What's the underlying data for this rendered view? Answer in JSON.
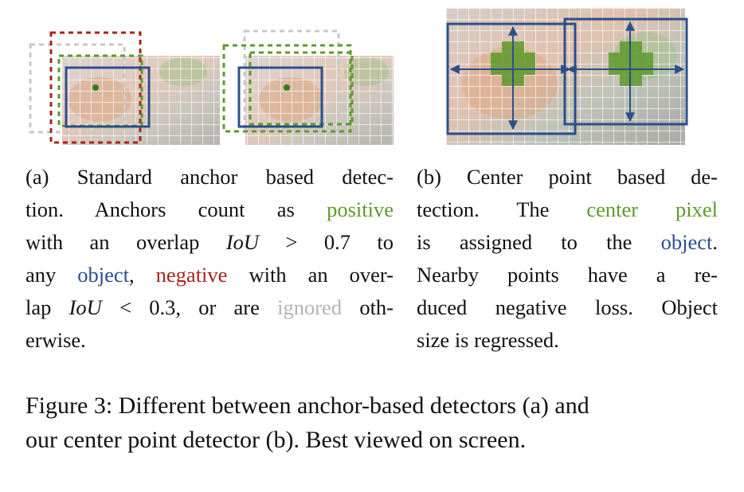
{
  "panel_a": {
    "caption_lines": [
      {
        "parts": [
          {
            "text": "(a) Standard anchor based detec-",
            "style": ""
          }
        ]
      },
      {
        "parts": [
          {
            "text": "tion.  Anchors count as ",
            "style": ""
          },
          {
            "text": "positive",
            "style": "green"
          }
        ]
      },
      {
        "parts": [
          {
            "text": "with an overlap ",
            "style": ""
          },
          {
            "text": "IoU",
            "style": "math"
          },
          {
            "text": " > 0.7 to",
            "style": ""
          }
        ]
      },
      {
        "parts": [
          {
            "text": "any ",
            "style": ""
          },
          {
            "text": "object",
            "style": "blue"
          },
          {
            "text": ", ",
            "style": ""
          },
          {
            "text": "negative",
            "style": "red"
          },
          {
            "text": " with an over-",
            "style": ""
          }
        ]
      },
      {
        "parts": [
          {
            "text": "lap ",
            "style": ""
          },
          {
            "text": "IoU",
            "style": "math"
          },
          {
            "text": " < 0.3, or are ",
            "style": ""
          },
          {
            "text": "ignored",
            "style": "gray"
          },
          {
            "text": " oth-",
            "style": ""
          }
        ]
      },
      {
        "parts": [
          {
            "text": "erwise.",
            "style": ""
          }
        ]
      }
    ]
  },
  "panel_b": {
    "caption_lines": [
      {
        "parts": [
          {
            "text": "(b) Center point based de-",
            "style": ""
          }
        ]
      },
      {
        "parts": [
          {
            "text": "tection.  The ",
            "style": ""
          },
          {
            "text": "center pixel",
            "style": "green"
          }
        ]
      },
      {
        "parts": [
          {
            "text": "is assigned to the ",
            "style": ""
          },
          {
            "text": "object",
            "style": "blue"
          },
          {
            "text": ".",
            "style": ""
          }
        ]
      },
      {
        "parts": [
          {
            "text": "Nearby points have a re-",
            "style": ""
          }
        ]
      },
      {
        "parts": [
          {
            "text": "duced negative loss.  Object",
            "style": ""
          }
        ]
      },
      {
        "parts": [
          {
            "text": "size is regressed.",
            "style": ""
          }
        ]
      }
    ]
  },
  "figure_caption": {
    "line1": "Figure 3: Different between anchor-based detectors (a) and",
    "line2": "our center point detector (b). Best viewed on screen."
  },
  "colors": {
    "object": "#2b4f8c",
    "positive": "#5d9a2b",
    "negative": "#a8241d",
    "ignored": "#c8c8c8"
  }
}
